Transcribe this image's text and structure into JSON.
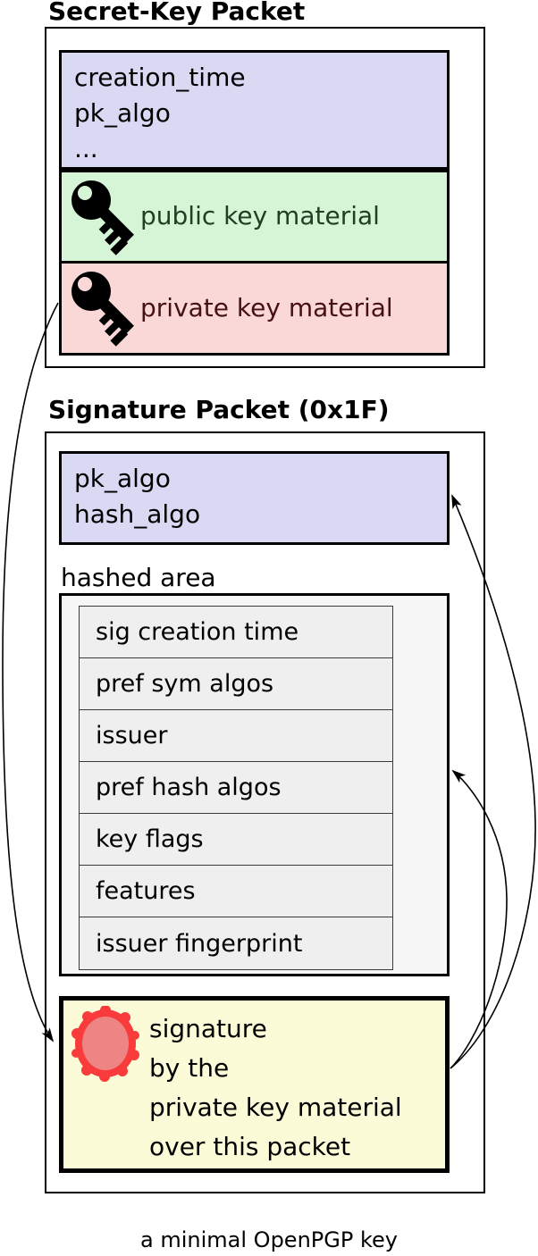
{
  "secret_key_packet": {
    "title": "Secret-Key Packet",
    "header_fields": {
      "line1": "creation_time",
      "line2": "pk_algo",
      "line3": "..."
    },
    "public_key": {
      "label": "public key material"
    },
    "private_key": {
      "label": "private key material"
    }
  },
  "signature_packet": {
    "title": "Signature Packet (0x1F)",
    "algo_fields": {
      "line1": "pk_algo",
      "line2": "hash_algo"
    },
    "hashed_area": {
      "label": "hashed area",
      "subpackets": [
        "sig creation time",
        "pref sym algos",
        "issuer",
        "pref hash algos",
        "key flags",
        "features",
        "issuer fingerprint"
      ]
    },
    "signature_box": {
      "line1": "signature",
      "line2": "by the",
      "line3": "private key material",
      "line4": "over this packet"
    }
  },
  "caption": "a minimal OpenPGP key",
  "colors": {
    "header_fill": "#d9d9f4",
    "public_key_fill": "#d6f5d6",
    "public_key_text": "#1d4122",
    "private_key_fill": "#fbd8d8",
    "private_key_text": "#461111",
    "signature_fill": "#fbfbd8",
    "hashed_area_fill": "#f6f6f6",
    "subpacket_fill": "#efefef",
    "seal_outer": "#f93b3b",
    "seal_inner": "#ee8585",
    "key_icon": "#000000"
  },
  "icons": {
    "public_key_icon": "key-icon",
    "private_key_icon": "key-icon",
    "signature_seal_icon": "seal-icon"
  }
}
